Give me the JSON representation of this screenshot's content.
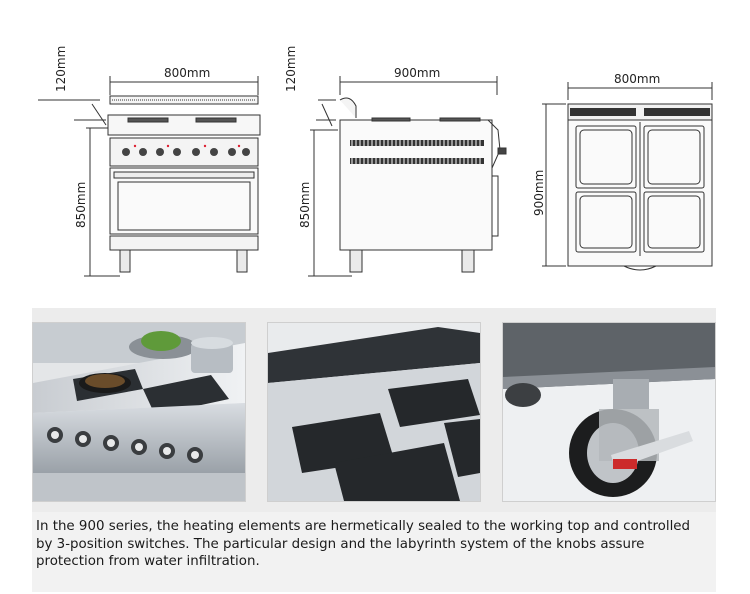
{
  "drawings": {
    "front": {
      "width": "800mm",
      "height": "850mm",
      "top": "120mm"
    },
    "side": {
      "depth": "900mm",
      "height": "850mm",
      "top": "120mm"
    },
    "top": {
      "width": "800mm",
      "depth": "900mm"
    }
  },
  "photos": [
    {
      "icon": "range-cooker-photo-icon"
    },
    {
      "icon": "hotplates-closeup-photo-icon"
    },
    {
      "icon": "caster-wheel-photo-icon"
    }
  ],
  "caption": "In the 900 series, the heating elements are hermetically sealed to the working top and controlled by 3-position switches. The particular design and the labyrinth system of the knobs assure protection from water infiltration."
}
